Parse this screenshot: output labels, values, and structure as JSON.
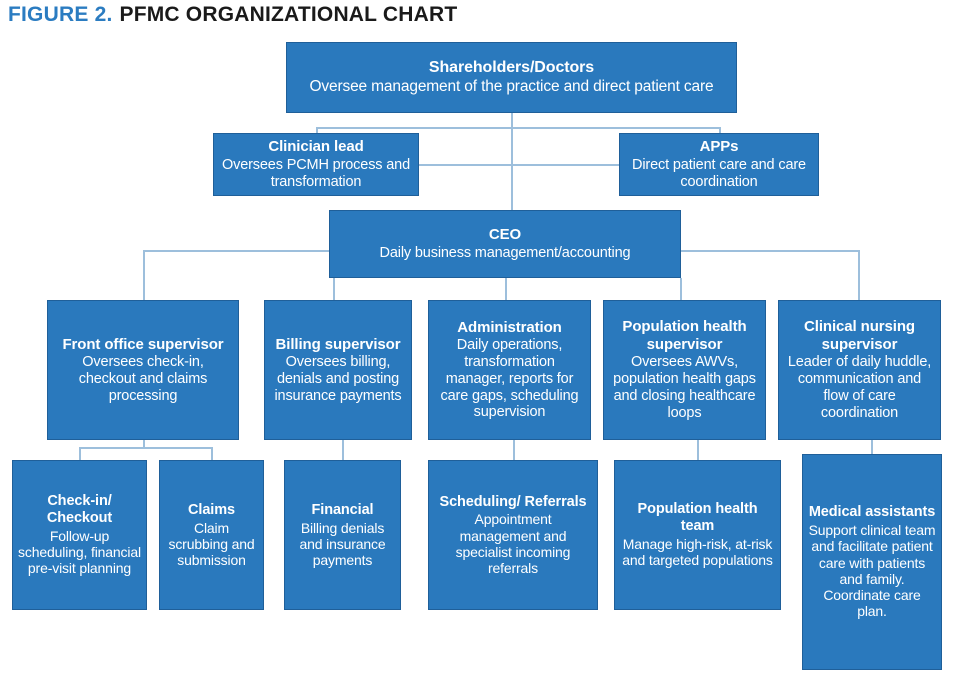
{
  "title": {
    "figure_label": "FIGURE 2.",
    "headline": "PFMC ORGANIZATIONAL CHART",
    "accent_color": "#2b7cc1",
    "text_color": "#1a1a1a"
  },
  "theme": {
    "box_fill": "#2a79bd",
    "box_border": "#1f5f99",
    "box_text": "#ffffff",
    "connector_color": "#9dbfdc",
    "background": "#ffffff"
  },
  "chart_data": {
    "type": "diagram",
    "diagram_kind": "organizational-chart",
    "title": "PFMC ORGANIZATIONAL CHART",
    "levels": [
      {
        "level": 1,
        "nodes": [
          {
            "id": "shareholders",
            "title": "Shareholders/Doctors",
            "description": "Oversee management of the practice and direct patient care"
          }
        ]
      },
      {
        "level": 2,
        "nodes": [
          {
            "id": "clinician-lead",
            "title": "Clinician lead",
            "description": "Oversees PCMH process and transformation"
          },
          {
            "id": "apps",
            "title": "APPs",
            "description": "Direct patient care and care coordination"
          }
        ]
      },
      {
        "level": 3,
        "nodes": [
          {
            "id": "ceo",
            "title": "CEO",
            "description": "Daily business management/accounting"
          }
        ]
      },
      {
        "level": 4,
        "nodes": [
          {
            "id": "front-office-supervisor",
            "title": "Front office supervisor",
            "description": "Oversees check-in, checkout and claims processing"
          },
          {
            "id": "billing-supervisor",
            "title": "Billing supervisor",
            "description": "Oversees billing, denials and posting insurance payments"
          },
          {
            "id": "administration",
            "title": "Administration",
            "description": "Daily operations, transformation manager, reports for care gaps, scheduling supervision"
          },
          {
            "id": "population-health-supervisor",
            "title": "Population health supervisor",
            "description": "Oversees AWVs, population health gaps and closing healthcare loops"
          },
          {
            "id": "clinical-nursing-supervisor",
            "title": "Clinical nursing supervisor",
            "description": "Leader of daily huddle, communication and flow of care coordination"
          }
        ]
      },
      {
        "level": 5,
        "nodes": [
          {
            "id": "check-in-checkout",
            "title": "Check-in/ Checkout",
            "description": "Follow-up scheduling, financial pre-visit planning"
          },
          {
            "id": "claims",
            "title": "Claims",
            "description": "Claim scrubbing and submission"
          },
          {
            "id": "financial",
            "title": "Financial",
            "description": "Billing denials and insurance payments"
          },
          {
            "id": "scheduling-referrals",
            "title": "Scheduling/ Referrals",
            "description": "Appointment management and specialist incoming referrals"
          },
          {
            "id": "population-health-team",
            "title": "Population health team",
            "description": "Manage high-risk, at-risk and targeted populations"
          },
          {
            "id": "medical-assistants",
            "title": "Medical assistants",
            "description": "Support clinical team and facilitate patient care with patients and family. Coordinate care plan."
          }
        ]
      }
    ],
    "edges": [
      {
        "from": "shareholders",
        "to": "clinician-lead"
      },
      {
        "from": "shareholders",
        "to": "apps"
      },
      {
        "from": "shareholders",
        "to": "ceo"
      },
      {
        "from": "ceo",
        "to": "front-office-supervisor"
      },
      {
        "from": "ceo",
        "to": "billing-supervisor"
      },
      {
        "from": "ceo",
        "to": "administration"
      },
      {
        "from": "ceo",
        "to": "population-health-supervisor"
      },
      {
        "from": "ceo",
        "to": "clinical-nursing-supervisor"
      },
      {
        "from": "front-office-supervisor",
        "to": "check-in-checkout"
      },
      {
        "from": "front-office-supervisor",
        "to": "claims"
      },
      {
        "from": "billing-supervisor",
        "to": "financial"
      },
      {
        "from": "administration",
        "to": "scheduling-referrals"
      },
      {
        "from": "population-health-supervisor",
        "to": "population-health-team"
      },
      {
        "from": "clinical-nursing-supervisor",
        "to": "medical-assistants"
      }
    ]
  },
  "nodes": {
    "shareholders": {
      "title": "Shareholders/Doctors",
      "description": "Oversee management of the practice and direct patient care"
    },
    "clinician_lead": {
      "title": "Clinician lead",
      "description": "Oversees PCMH process and transformation"
    },
    "apps": {
      "title": "APPs",
      "description": "Direct patient care and care coordination"
    },
    "ceo": {
      "title": "CEO",
      "description": "Daily business management/accounting"
    },
    "front_office_supervisor": {
      "title": "Front office supervisor",
      "description": "Oversees check-in, checkout and claims processing"
    },
    "billing_supervisor": {
      "title": "Billing supervisor",
      "description": "Oversees billing, denials and posting insurance payments"
    },
    "administration": {
      "title": "Administration",
      "description": "Daily operations, transformation manager, reports for care gaps, scheduling supervision"
    },
    "population_health_supervisor": {
      "title": "Population health supervisor",
      "description": "Oversees AWVs, population health gaps and closing healthcare loops"
    },
    "clinical_nursing_supervisor": {
      "title": "Clinical nursing supervisor",
      "description": "Leader of daily huddle, communication and flow of care coordination"
    },
    "check_in_checkout": {
      "title": "Check-in/ Checkout",
      "description": "Follow-up scheduling, financial pre-visit planning"
    },
    "claims": {
      "title": "Claims",
      "description": "Claim scrubbing and submission"
    },
    "financial": {
      "title": "Financial",
      "description": "Billing denials and insurance payments"
    },
    "scheduling_referrals": {
      "title": "Scheduling/ Referrals",
      "description": "Appointment management and specialist incoming referrals"
    },
    "population_health_team": {
      "title": "Population health team",
      "description": "Manage high-risk, at-risk and targeted populations"
    },
    "medical_assistants": {
      "title": "Medical assistants",
      "description": "Support clinical team and facilitate patient care with patients and family. Coordinate care plan."
    }
  }
}
